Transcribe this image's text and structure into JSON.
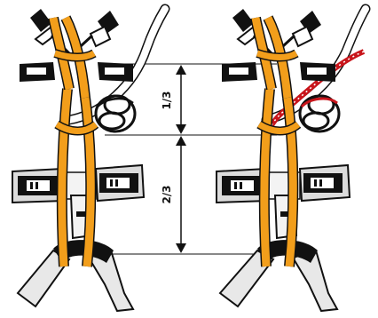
{
  "diagram": {
    "measure_top": "1/3",
    "measure_bottom": "2/3"
  },
  "colors": {
    "rope_orange": "#F29E1B",
    "rope_red": "#C8151B",
    "outline": "#111111",
    "webbing_grey": "#D9D9D9"
  },
  "icons": {
    "left_setup": "harness-with-two-lanyards",
    "right_setup": "harness-with-lanyards-and-red-rope",
    "knot": "figure-eight-knot-icon"
  }
}
